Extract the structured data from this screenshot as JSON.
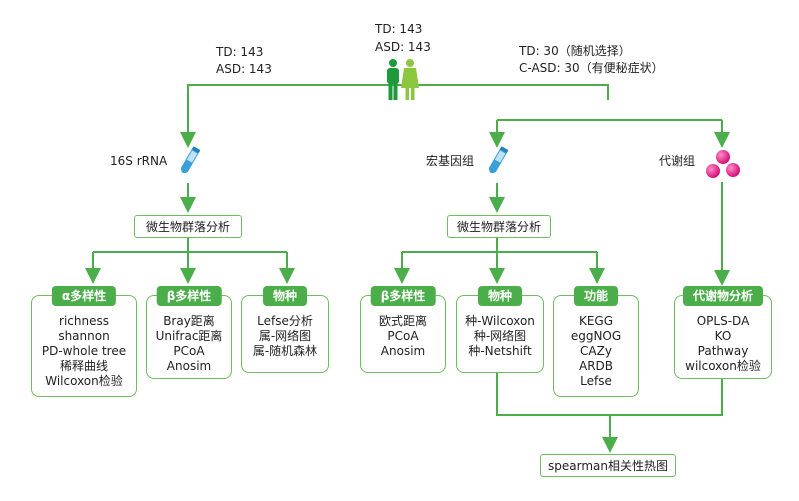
{
  "top": {
    "center_td": "TD: 143",
    "center_asd": "ASD: 143",
    "left_td": "TD: 143",
    "left_asd": "ASD: 143",
    "right_td": "TD: 30（随机选择）",
    "right_casd": "C-ASD: 30（有便秘症状）"
  },
  "methods": {
    "rrna": "16S rRNA",
    "metagenome": "宏基因组",
    "metabolome": "代谢组"
  },
  "analysis": {
    "left": "微生物群落分析",
    "middle": "微生物群落分析"
  },
  "cards": {
    "alpha": {
      "title": "α多样性",
      "items": [
        "richness",
        "shannon",
        "PD-whole tree",
        "稀释曲线",
        "Wilcoxon检验"
      ]
    },
    "beta1": {
      "title": "β多样性",
      "items": [
        "Bray距离",
        "Unifrac距离",
        "PCoA",
        "Anosim"
      ]
    },
    "species1": {
      "title": "物种",
      "items": [
        "Lefse分析",
        "属-网络图",
        "属-随机森林"
      ]
    },
    "beta2": {
      "title": "β多样性",
      "items": [
        "欧式距离",
        "PCoA",
        "Anosim"
      ]
    },
    "species2": {
      "title": "物种",
      "items": [
        "种-Wilcoxon",
        "种-网络图",
        "种-Netshift"
      ]
    },
    "function": {
      "title": "功能",
      "items": [
        "KEGG",
        "eggNOG",
        "CAZy",
        "ARDB",
        "Lefse"
      ]
    },
    "metab": {
      "title": "代谢物分析",
      "items": [
        "OPLS-DA",
        "KO",
        "Pathway",
        "wilcoxon检验"
      ]
    }
  },
  "bottom": {
    "spearman": "spearman相关性热图"
  },
  "colors": {
    "line": "#4cae4a",
    "accent": "#4cae4a",
    "border": "#6cbf5a",
    "metabolite": "#e0218a",
    "tube": "#3aa0d8"
  }
}
